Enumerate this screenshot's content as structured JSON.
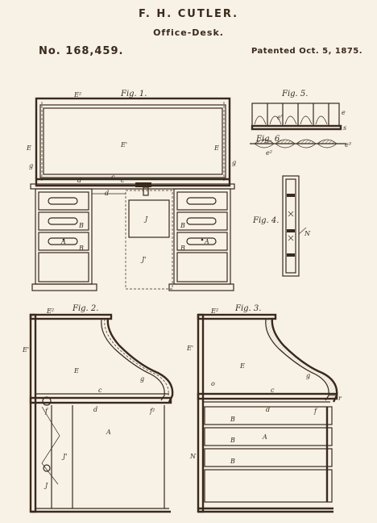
{
  "header": {
    "inventor": "F. H. CUTLER.",
    "title": "Office-Desk.",
    "patent_number": "No. 168,459.",
    "patent_date": "Patented Oct. 5, 1875."
  },
  "figures": {
    "fig1": {
      "title": "Fig. 1.",
      "labels": [
        "E²",
        "E'",
        "E",
        "E",
        "g",
        "g",
        "d",
        "d",
        "c",
        "c",
        "J",
        "J'",
        "A",
        "A",
        "B",
        "B",
        "B",
        "B"
      ]
    },
    "fig5": {
      "title": "Fig. 5.",
      "labels": [
        "e'",
        "e",
        "s"
      ]
    },
    "fig6": {
      "title": "Fig. 6.",
      "labels": [
        "e²",
        "e³"
      ]
    },
    "fig4": {
      "title": "Fig. 4.",
      "labels": [
        "N"
      ]
    },
    "fig2": {
      "title": "Fig. 2.",
      "labels": [
        "E²",
        "E'",
        "E",
        "g",
        "c",
        "d",
        "f²",
        "f",
        "A",
        "J'",
        "J"
      ]
    },
    "fig3": {
      "title": "Fig. 3.",
      "labels": [
        "E²",
        "E'",
        "E",
        "g",
        "o",
        "c",
        "d",
        "r",
        "B",
        "B",
        "A",
        "B",
        "N",
        "f"
      ]
    }
  }
}
